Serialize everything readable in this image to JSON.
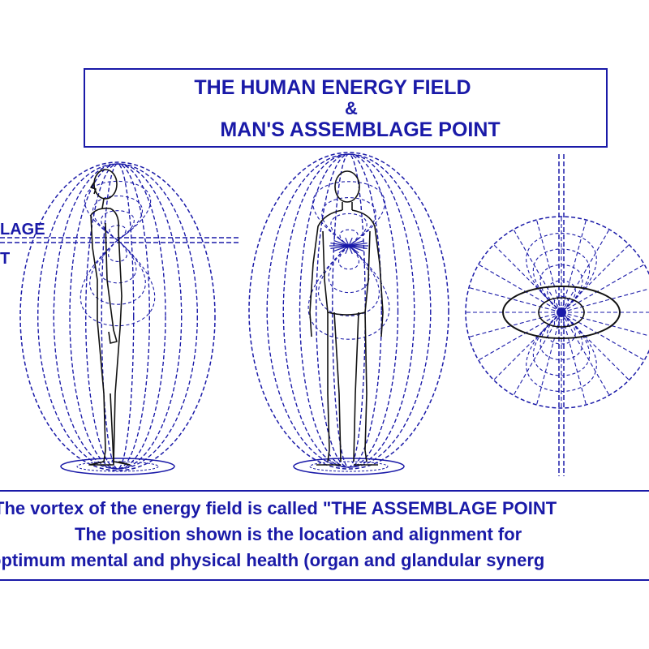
{
  "title": {
    "line1": "THE  HUMAN ENERGY  FIELD",
    "line2": "&",
    "line3": "MAN'S ASSEMBLAGE POINT"
  },
  "side_labels": {
    "top": "LAGE",
    "bottom": "T"
  },
  "caption": {
    "line1": "The vortex of the energy field is called \"THE ASSEMBLAGE POINT",
    "line2": "The position shown is the location and alignment for",
    "line3": "optimum mental and physical health (organ and glandular synerg"
  },
  "colors": {
    "line_blue": "#1a1aa8",
    "figure_black": "#111111"
  },
  "icons": [
    "side-view-figure-icon",
    "front-view-figure-icon",
    "top-view-field-icon"
  ]
}
